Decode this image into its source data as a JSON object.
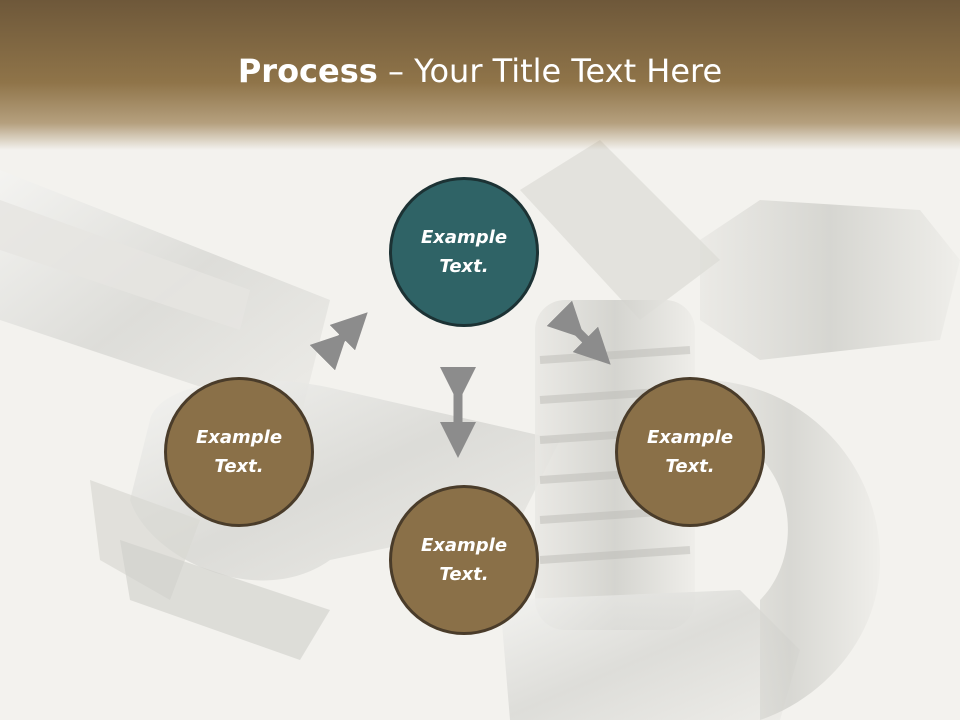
{
  "slide": {
    "title_bold": "Process",
    "title_rest": " – Your Title Text Here"
  },
  "nodes": [
    {
      "line1": "Example",
      "line2": "Text.",
      "color": "#2f6366"
    },
    {
      "line1": "Example",
      "line2": "Text.",
      "color": "#8a7048"
    },
    {
      "line1": "Example",
      "line2": "Text.",
      "color": "#8a7048"
    },
    {
      "line1": "Example",
      "line2": "Text.",
      "color": "#8a7048"
    }
  ],
  "colors": {
    "header": "#8f7449",
    "arrow": "#8c8c8c",
    "background": "#f3f2ee"
  }
}
